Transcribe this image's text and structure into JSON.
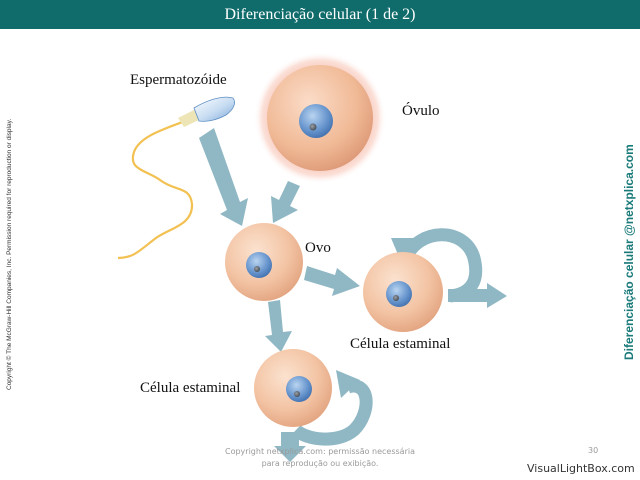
{
  "header": {
    "title": "Diferenciação celular (1 de 2)"
  },
  "labels": {
    "sperm": "Espermatozóide",
    "ovum": "Óvulo",
    "egg": "Ovo",
    "stem_cell_right": "Célula estaminal",
    "stem_cell_left": "Célula estaminal"
  },
  "side_text": {
    "copyright": "Copyright © The McGraw-Hill Companies, Inc. Permission required for reproduction or display.",
    "brand": "Diferenciação celular @netxplica.com"
  },
  "footer": {
    "note": "Copyright netxplica.com: permissão necessária para reprodução ou exibição.",
    "page": "30",
    "watermark": "VisualLightBox.com"
  },
  "colors": {
    "title_bar": "#106b6b",
    "arrow": "#8fb8c4",
    "cell_body": "#f3c4a4",
    "nucleus": "#6b98cf",
    "brand_text": "#1a7a7a"
  }
}
